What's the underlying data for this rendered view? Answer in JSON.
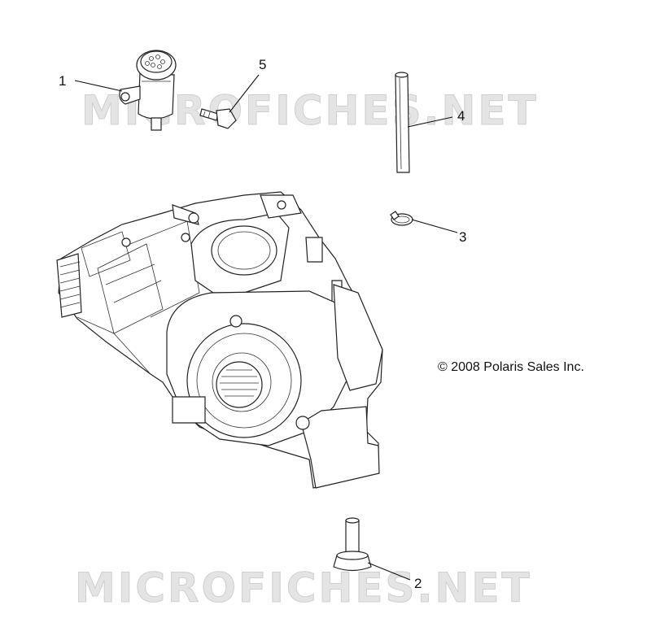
{
  "watermark_top": "MICROFICHES.NET",
  "watermark_bottom": "MICROFICHES.NET",
  "copyright": "© 2008 Polaris Sales Inc.",
  "callouts": {
    "c1": "1",
    "c2": "2",
    "c3": "3",
    "c4": "4",
    "c5": "5"
  }
}
